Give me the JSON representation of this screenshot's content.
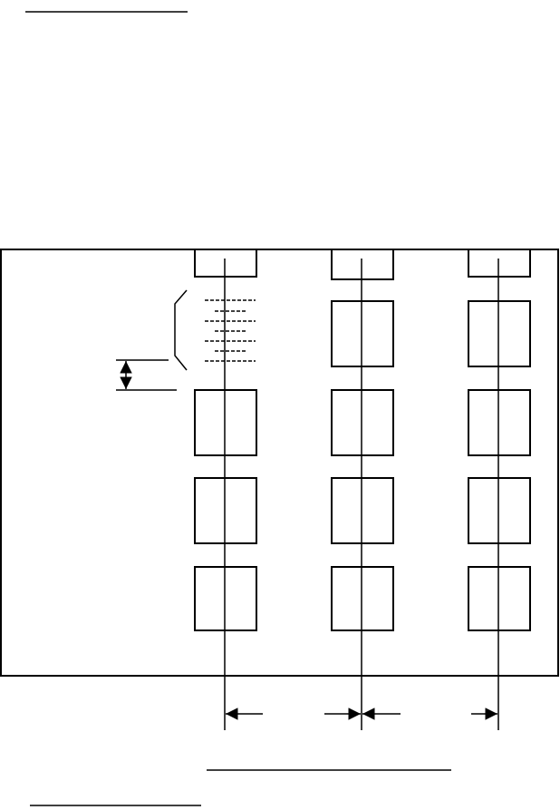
{
  "figure": {
    "description_text": [],
    "columns": 3,
    "rows": 5,
    "empty_position": {
      "column": 1,
      "row": 2
    },
    "line_color": "#000000",
    "background": "#ffffff"
  }
}
